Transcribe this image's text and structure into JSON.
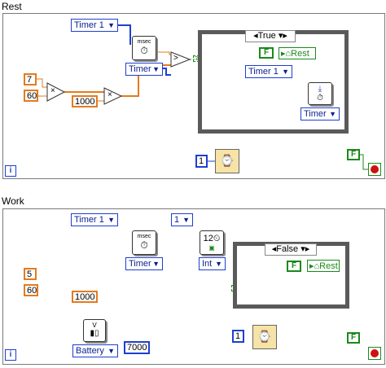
{
  "sections": [
    {
      "title": "Rest",
      "timer_ref": "Timer 1",
      "msec_label": "msec",
      "timer_control": "Timer",
      "num_a": "7",
      "num_b": "60",
      "num_c": "1000",
      "case_selector": "True",
      "case_bool": "F",
      "case_local": "Rest",
      "case_timer_ref": "Timer 1",
      "case_timer_control": "Timer",
      "wait_const": "1",
      "stop_bool": "F",
      "iter_label": "i"
    },
    {
      "title": "Work",
      "timer_ref": "Timer 1",
      "msec_label": "msec",
      "timer_control": "Timer",
      "num_a": "5",
      "num_b": "60",
      "num_c": "1000",
      "int_const": "1",
      "int_control": "Int",
      "case_selector": "False",
      "case_bool": "F",
      "case_local": "Rest",
      "battery_control": "Battery",
      "battery_const": "7000",
      "wait_const": "1",
      "stop_bool": "F",
      "iter_label": "i"
    }
  ],
  "colors": {
    "wire_blue": "#1e3fd1",
    "wire_orange": "#e37b1e",
    "wire_green": "#1a8a1a",
    "case_frame": "#5a5a5a"
  }
}
